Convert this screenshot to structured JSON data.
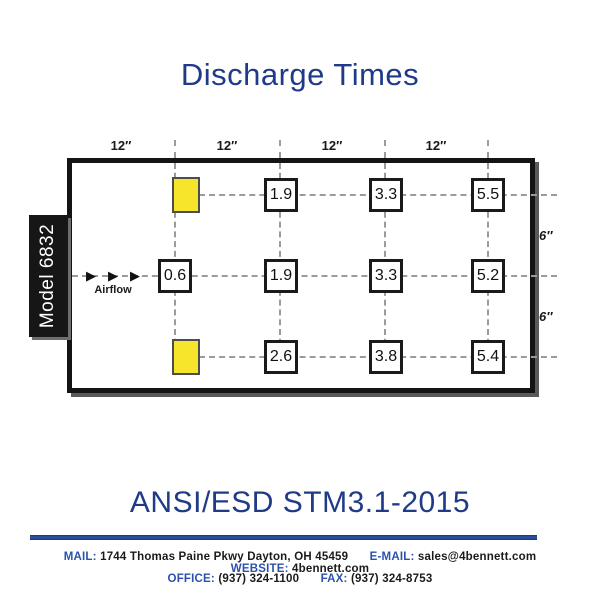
{
  "title": "Discharge Times",
  "standard": "ANSI/ESD STM3.1-2015",
  "colors": {
    "heading_blue": "#1f3a87",
    "footer_label_blue": "#2a52ad",
    "charged_plate_yellow": "#f7e52b",
    "dashed_gray": "#9b9b9b"
  },
  "icons": {
    "airflow_arrow": "▶"
  },
  "diagram": {
    "model_label": "Model 6832",
    "airflow_label": "Airflow",
    "top_dimensions": [
      "12″",
      "12″",
      "12″",
      "12″"
    ],
    "side_dimensions": [
      "6″",
      "6″"
    ],
    "values": [
      {
        "row": 1,
        "col": 2,
        "value": "1.9"
      },
      {
        "row": 1,
        "col": 3,
        "value": "3.3"
      },
      {
        "row": 1,
        "col": 4,
        "value": "5.5"
      },
      {
        "row": 2,
        "col": 1,
        "value": "0.6"
      },
      {
        "row": 2,
        "col": 2,
        "value": "1.9"
      },
      {
        "row": 2,
        "col": 3,
        "value": "3.3"
      },
      {
        "row": 2,
        "col": 4,
        "value": "5.2"
      },
      {
        "row": 3,
        "col": 2,
        "value": "2.6"
      },
      {
        "row": 3,
        "col": 3,
        "value": "3.8"
      },
      {
        "row": 3,
        "col": 4,
        "value": "5.4"
      }
    ]
  },
  "footer": {
    "line1": [
      {
        "label": "MAIL:",
        "value": "1744 Thomas Paine Pkwy Dayton, OH 45459"
      },
      {
        "label": "E-MAIL:",
        "value": "sales@4bennett.com"
      },
      {
        "label": "WEBSITE:",
        "value": "4bennett.com"
      }
    ],
    "line2": [
      {
        "label": "OFFICE:",
        "value": "(937) 324-1100"
      },
      {
        "label": "FAX:",
        "value": "(937) 324-8753"
      }
    ]
  }
}
